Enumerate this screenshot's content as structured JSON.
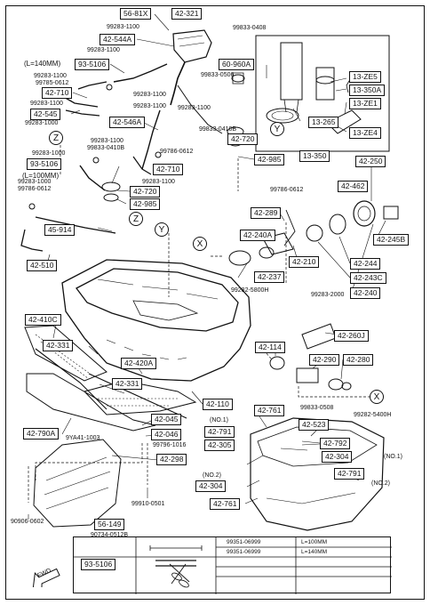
{
  "labels": {
    "b_56_81x": "56-81X",
    "b_42_321": "42-321",
    "b_42_544a": "42-544A",
    "b_93_5106_top": "93-5106",
    "l_140": "(L=140MM)",
    "b_42_710_a": "42-710",
    "b_42_545": "42-545",
    "b_42_546a": "42-546A",
    "b_60_960a": "60-960A",
    "b_42_720_a": "42-720",
    "b_42_985_a": "42-985",
    "b_13_ze5": "13-ZE5",
    "b_13_350a": "13-350A",
    "b_13_ze1": "13-ZE1",
    "b_13_265": "13-265",
    "b_13_ze4": "13-ZE4",
    "b_13_350": "13-350",
    "b_93_5106_mid": "93-5106",
    "l_100": "(L=100MM)",
    "b_42_710_b": "42-710",
    "b_42_720_b": "42-720",
    "b_42_985_b": "42-985",
    "b_45_914": "45-914",
    "b_42_510": "42-510",
    "b_42_250": "42-250",
    "b_42_462": "42-462",
    "b_42_245b": "42-245B",
    "b_42_289": "42-289",
    "b_42_240a": "42-240A",
    "b_42_237": "42-237",
    "b_42_210": "42-210",
    "b_42_244": "42-244",
    "b_42_243c": "42-243C",
    "b_42_240": "42-240",
    "b_42_410c": "42-410C",
    "b_42_331_a": "42-331",
    "b_42_420a": "42-420A",
    "b_42_331_b": "42-331",
    "b_42_260j": "42-260J",
    "b_42_114": "42-114",
    "b_42_290": "42-290",
    "b_42_280": "42-280",
    "b_42_110": "42-110",
    "b_42_790a": "42-790A",
    "b_42_045": "42-045",
    "b_42_046": "42-046",
    "b_42_761_a": "42-761",
    "b_42_791_a": "42-791",
    "b_42_523": "42-523",
    "b_42_305": "42-305",
    "b_42_792": "42-792",
    "b_42_304_a": "42-304",
    "b_42_298": "42-298",
    "b_42_791_b": "42-791",
    "b_42_304_b": "42-304",
    "b_42_761_b": "42-761",
    "b_56_149": "56-149",
    "b_93_5106_leg": "93-5106"
  },
  "codes": {
    "c_99833_0408": "99833-0408",
    "c_99283_1100_a": "99283-1100",
    "c_99283_1100_b": "99283-1100",
    "c_99283_1100_c": "99283-1100",
    "c_99785_0612": "99785-0612",
    "c_99283_1100_d": "99283-1100",
    "c_99833_0506": "99833-0506",
    "c_99283_1000_a": "99283-1000",
    "c_99283_1100_e": "99283-1100",
    "c_99283_1100_f": "99283-1100",
    "c_99283_1100_g": "99283-1100",
    "c_99833_0410b_a": "99833-0410B",
    "c_99283_1100_h": "99283-1100",
    "c_99833_0410b_b": "99833-0410B",
    "c_99786_0612_a": "99786-0612",
    "c_99283_1000_b": "99283-1000",
    "c_99283_1100_i": "99283-1100",
    "c_99283_1000_c": "99283-1000",
    "c_99786_0612_b": "99786-0612",
    "c_99786_0612_c": "99786-0612",
    "c_99282_5800h": "99282-5800H",
    "c_99283_2000": "99283-2000",
    "c_99833_0508": "99833-0508",
    "c_99282_5400h": "99282-5400H",
    "c_9ya41_1003": "9YA41-1003",
    "c_99796_1016": "99796-1016",
    "c_99910_0501": "99910-0501",
    "c_90906_0602": "90906-0602",
    "c_90734_0512b": "90734-0512B",
    "n_no1_a": "(NO.1)",
    "n_no1_b": "(NO.1)",
    "n_no2_a": "(NO.2)",
    "n_no2_b": "(NO.2)"
  },
  "callouts": {
    "z": "Z",
    "y": "Y",
    "x": "X"
  },
  "legend": {
    "part": "93-5106",
    "rows": [
      {
        "code": "99351-06999",
        "length": "L=100MM"
      },
      {
        "code": "99351-06999",
        "length": "L=140MM"
      }
    ],
    "direction": "FWD"
  }
}
